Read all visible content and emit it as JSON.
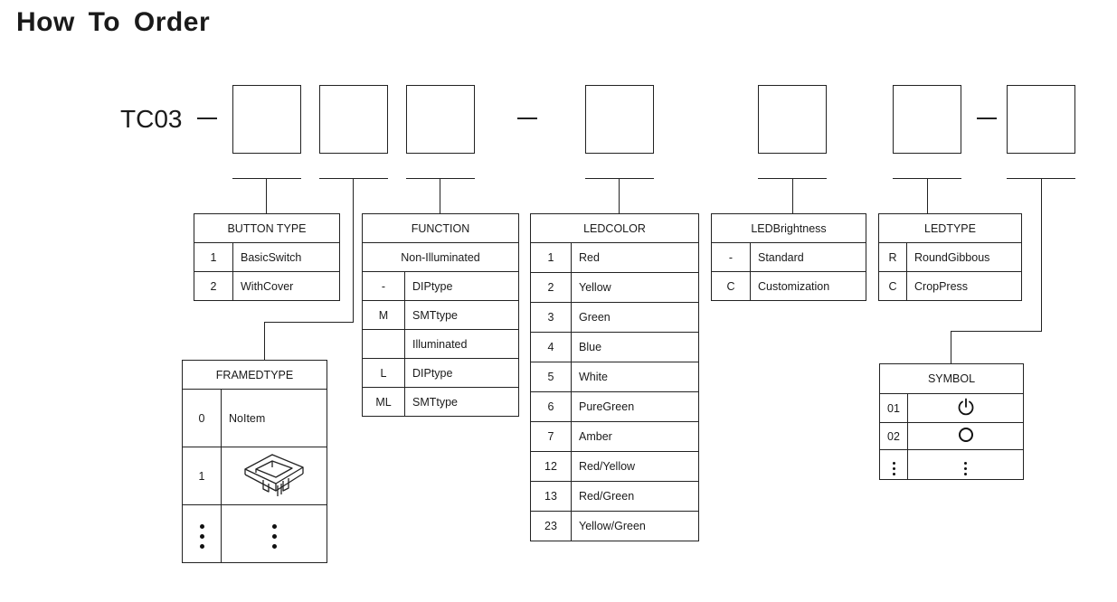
{
  "title": "How To Order",
  "code_prefix": "TC03",
  "separator": "—",
  "button_type": {
    "header": "BUTTON TYPE",
    "rows": [
      {
        "code": "1",
        "label": "BasicSwitch"
      },
      {
        "code": "2",
        "label": "WithCover"
      }
    ]
  },
  "framed_type": {
    "header": "FRAMEDTYPE",
    "rows": [
      {
        "code": "0",
        "label": "NoItem"
      },
      {
        "code": "1",
        "label": ""
      }
    ],
    "frame_icon": "square-frame-icon"
  },
  "function": {
    "header": "FUNCTION",
    "group_non_illuminated": "Non-Illuminated",
    "rows_non_illuminated": [
      {
        "code": "-",
        "label": "DIPtype"
      },
      {
        "code": "M",
        "label": "SMTtype"
      }
    ],
    "group_illuminated": "Illuminated",
    "rows_illuminated": [
      {
        "code": "L",
        "label": "DIPtype"
      },
      {
        "code": "ML",
        "label": "SMTtype"
      }
    ]
  },
  "led_color": {
    "header": "LEDCOLOR",
    "rows": [
      {
        "code": "1",
        "label": "Red"
      },
      {
        "code": "2",
        "label": "Yellow"
      },
      {
        "code": "3",
        "label": "Green"
      },
      {
        "code": "4",
        "label": "Blue"
      },
      {
        "code": "5",
        "label": "White"
      },
      {
        "code": "6",
        "label": "PureGreen"
      },
      {
        "code": "7",
        "label": "Amber"
      },
      {
        "code": "12",
        "label": "Red/Yellow"
      },
      {
        "code": "13",
        "label": "Red/Green"
      },
      {
        "code": "23",
        "label": "Yellow/Green"
      }
    ]
  },
  "led_brightness": {
    "header": "LEDBrightness",
    "rows": [
      {
        "code": "-",
        "label": "Standard"
      },
      {
        "code": "C",
        "label": "Customization"
      }
    ]
  },
  "led_type": {
    "header": "LEDTYPE",
    "rows": [
      {
        "code": "R",
        "label": "RoundGibbous"
      },
      {
        "code": "C",
        "label": "CropPress"
      }
    ]
  },
  "symbol": {
    "header": "SYMBOL",
    "rows": [
      {
        "code": "01",
        "icon": "power-icon"
      },
      {
        "code": "02",
        "icon": "ring-icon"
      }
    ]
  }
}
